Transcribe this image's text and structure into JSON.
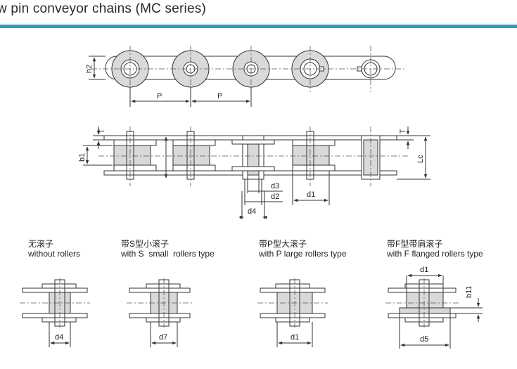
{
  "title": "w pin conveyor chains (MC series)",
  "colors": {
    "accent_rule": "#1fa3c9",
    "part_fill": "#d9d9d9",
    "line": "#333333"
  },
  "dims": {
    "h2": "h2",
    "p1": "P",
    "p2": "P",
    "t_left": "T",
    "t_right": "T",
    "b1": "b1",
    "lc": "Lc",
    "d3": "d3",
    "d2": "d2",
    "d1": "d1",
    "d4": "d4"
  },
  "types": [
    {
      "zh": "无滚子",
      "en": "without rollers",
      "dim": "d4"
    },
    {
      "zh": "带S型小滚子",
      "en": "with S  small  rollers type",
      "dim": "d7"
    },
    {
      "zh": "带P型大滚子",
      "en": "with P large rollers type",
      "dim": "d1"
    },
    {
      "zh": "带F型带肩滚子",
      "en": "with F flanged rollers type",
      "dim": "d5",
      "dim_top": "d1",
      "dim_side": "b11"
    }
  ]
}
